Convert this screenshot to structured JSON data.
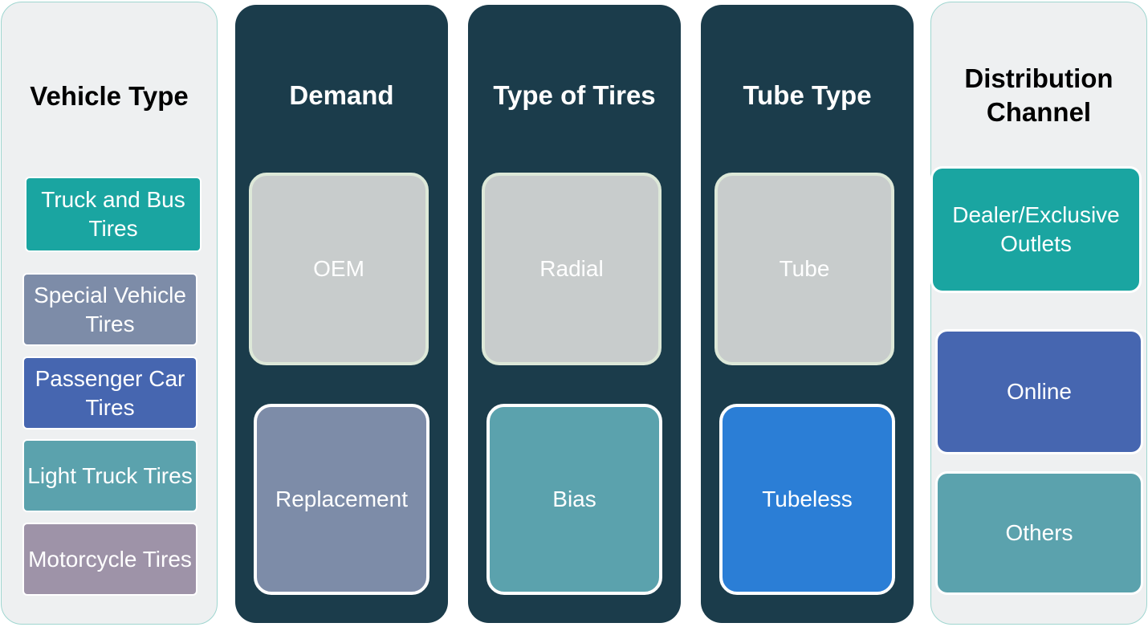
{
  "columns": {
    "vehicle_type": {
      "title": "Vehicle Type",
      "items": [
        {
          "label": "Truck and Bus Tires",
          "color": "#1aa5a1"
        },
        {
          "label": "Special Vehicle Tires",
          "color": "#7d8ca8"
        },
        {
          "label": "Passenger Car Tires",
          "color": "#4666b0"
        },
        {
          "label": "Light Truck Tires",
          "color": "#5ba2ad"
        },
        {
          "label": "Motorcycle Tires",
          "color": "#9e93a8"
        }
      ]
    },
    "demand": {
      "title": "Demand",
      "items": [
        {
          "label": "OEM",
          "color": "#c8cccc"
        },
        {
          "label": "Replacement",
          "color": "#7d8ca8"
        }
      ]
    },
    "type_of_tires": {
      "title": "Type of Tires",
      "items": [
        {
          "label": "Radial",
          "color": "#c8cccc"
        },
        {
          "label": "Bias",
          "color": "#5ba2ad"
        }
      ]
    },
    "tube_type": {
      "title": "Tube Type",
      "items": [
        {
          "label": "Tube",
          "color": "#c8cccc"
        },
        {
          "label": "Tubeless",
          "color": "#2b7ed6"
        }
      ]
    },
    "distribution_channel": {
      "title_line1": "Distribution",
      "title_line2": "Channel",
      "items": [
        {
          "label": "Dealer/Exclusive Outlets",
          "color": "#1aa5a1"
        },
        {
          "label": "Online",
          "color": "#4666b0"
        },
        {
          "label": "Others",
          "color": "#5ba2ad"
        }
      ]
    }
  }
}
